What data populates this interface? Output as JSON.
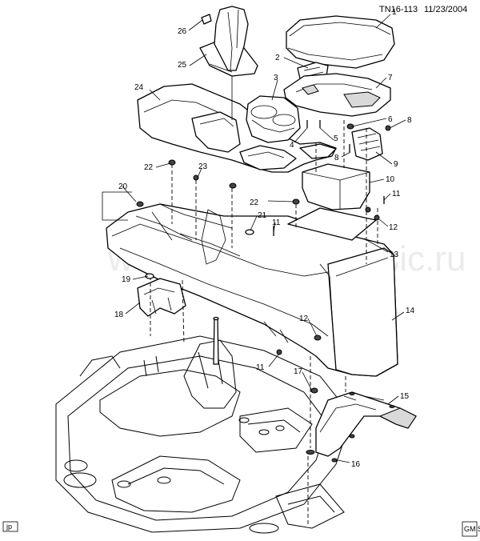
{
  "header": {
    "diagram_code": "TN16-113",
    "date": "11/23/2004"
  },
  "watermark": "www.gmpartsklassic.ru",
  "footer": {
    "left_tag": "jp",
    "right_logo_text": "GM SPO"
  },
  "callouts": [
    {
      "id": "c1",
      "label": "1"
    },
    {
      "id": "c2",
      "label": "2"
    },
    {
      "id": "c3",
      "label": "3"
    },
    {
      "id": "c4",
      "label": "4"
    },
    {
      "id": "c5",
      "label": "5"
    },
    {
      "id": "c6",
      "label": "6"
    },
    {
      "id": "c7",
      "label": "7"
    },
    {
      "id": "c8a",
      "label": "8"
    },
    {
      "id": "c8b",
      "label": "8"
    },
    {
      "id": "c9",
      "label": "9"
    },
    {
      "id": "c10",
      "label": "10"
    },
    {
      "id": "c11a",
      "label": "11"
    },
    {
      "id": "c11b",
      "label": "11"
    },
    {
      "id": "c11c",
      "label": "11"
    },
    {
      "id": "c12a",
      "label": "12"
    },
    {
      "id": "c12b",
      "label": "12"
    },
    {
      "id": "c13",
      "label": "13"
    },
    {
      "id": "c14",
      "label": "14"
    },
    {
      "id": "c15",
      "label": "15"
    },
    {
      "id": "c16",
      "label": "16"
    },
    {
      "id": "c17",
      "label": "17"
    },
    {
      "id": "c18",
      "label": "18"
    },
    {
      "id": "c19",
      "label": "19"
    },
    {
      "id": "c20",
      "label": "20"
    },
    {
      "id": "c21",
      "label": "21"
    },
    {
      "id": "c22a",
      "label": "22"
    },
    {
      "id": "c22b",
      "label": "22"
    },
    {
      "id": "c23",
      "label": "23"
    },
    {
      "id": "c24",
      "label": "24"
    },
    {
      "id": "c25",
      "label": "25"
    },
    {
      "id": "c26",
      "label": "26"
    }
  ]
}
